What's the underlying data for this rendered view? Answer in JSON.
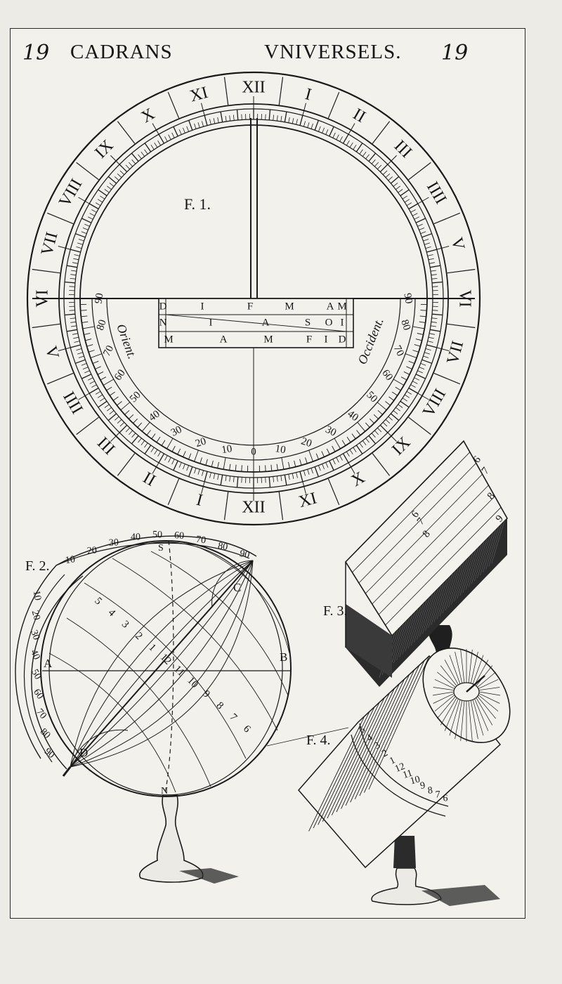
{
  "header": {
    "page_number_left": "19",
    "title_left": "CADRANS",
    "title_right": "VNIVERSELS.",
    "page_number_right": "19"
  },
  "figures": {
    "f1": {
      "label": "F. 1.",
      "hours_top": [
        "IX",
        "X",
        "XI",
        "XII",
        "I",
        "II",
        "III",
        "IIII",
        "V",
        "VI",
        "VII",
        "VIII",
        "IX",
        "X",
        "XI",
        "XII",
        "I",
        "II",
        "III",
        "IIII",
        "V",
        "VI",
        "VII",
        "VIII"
      ],
      "left_text": "Orient.",
      "right_text": "Occident.",
      "scale_left": [
        "90",
        "80",
        "70",
        "60",
        "50",
        "40",
        "30",
        "20",
        "10"
      ],
      "scale_center": "0",
      "scale_right": [
        "10",
        "20",
        "30",
        "40",
        "50",
        "60",
        "70",
        "80",
        "90"
      ],
      "months_row1": [
        "D",
        "I",
        "F",
        "M",
        "A",
        "M"
      ],
      "months_row2": [
        "N",
        "I",
        "A",
        "S",
        "O",
        "I"
      ],
      "months_row3": [
        "M",
        "A",
        "M",
        "F",
        "I",
        "D"
      ]
    },
    "f2": {
      "label": "F. 2.",
      "scale_top": [
        "10",
        "20",
        "30",
        "40",
        "50",
        "60",
        "70",
        "80",
        "90"
      ],
      "scale_left": [
        "10",
        "20",
        "30",
        "40",
        "50",
        "60",
        "70",
        "80",
        "90"
      ],
      "point_a": "A",
      "point_b": "B",
      "point_c": "C",
      "point_d": "D",
      "point_n": "N",
      "point_s": "S",
      "diag_numbers": [
        "5",
        "4",
        "3",
        "2",
        "1",
        "12",
        "11",
        "10",
        "9",
        "8",
        "7",
        "6"
      ]
    },
    "f3": {
      "label": "F. 3.",
      "numbers": [
        "6",
        "7",
        "8",
        "9"
      ]
    },
    "f4": {
      "label": "F. 4.",
      "numbers": [
        "5",
        "4",
        "3",
        "2",
        "1",
        "12",
        "11",
        "10",
        "9",
        "8",
        "7",
        "6"
      ]
    }
  }
}
